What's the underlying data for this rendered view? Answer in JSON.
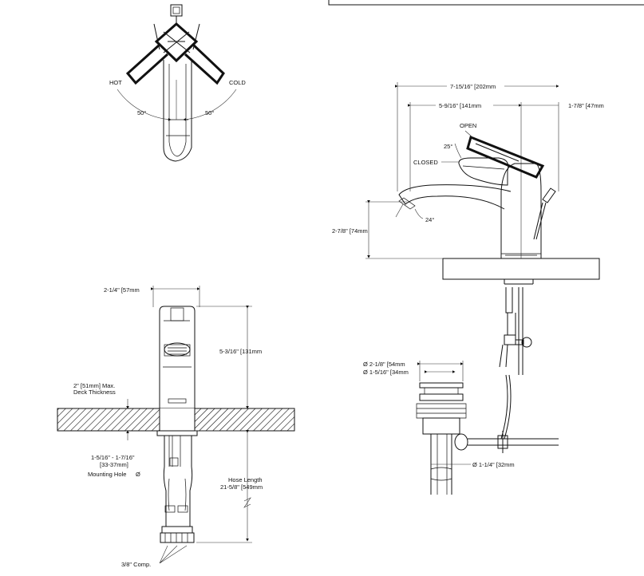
{
  "top_view": {
    "hot": "HOT",
    "cold": "COLD",
    "angle_left": "50°",
    "angle_right": "50°"
  },
  "side_view": {
    "overall_length": "7-15/16\" [202mm",
    "reach": "5-9/16\" [141mm",
    "back": "1-7/8\" [47mm",
    "open": "OPEN",
    "closed": "CLOSED",
    "handle_angle": "25°",
    "spout_angle": "24°",
    "spout_height": "2-7/8\" [74mm"
  },
  "front_view": {
    "width": "2-1/4\" [57mm",
    "height": "5-3/16\" [131mm",
    "deck_line1": "2\" [51mm] Max.",
    "deck_line2": "Deck Thickness",
    "hole_line1": "1-5/16\" - 1-7/16\"",
    "hole_line2": "[33-37mm]",
    "hole_line3": "Mounting Hole",
    "hole_symbol": "Ø",
    "hose_line1": "Hose Length",
    "hose_line2": "21-5/8\" [549mm",
    "comp": "3/8\" Comp."
  },
  "drain": {
    "dia_outer": "Ø 2-1/8\" [54mm",
    "dia_inner": "Ø 1-5/16\" [34mm",
    "tail_dia": "Ø 1-1/4\" [32mm"
  }
}
